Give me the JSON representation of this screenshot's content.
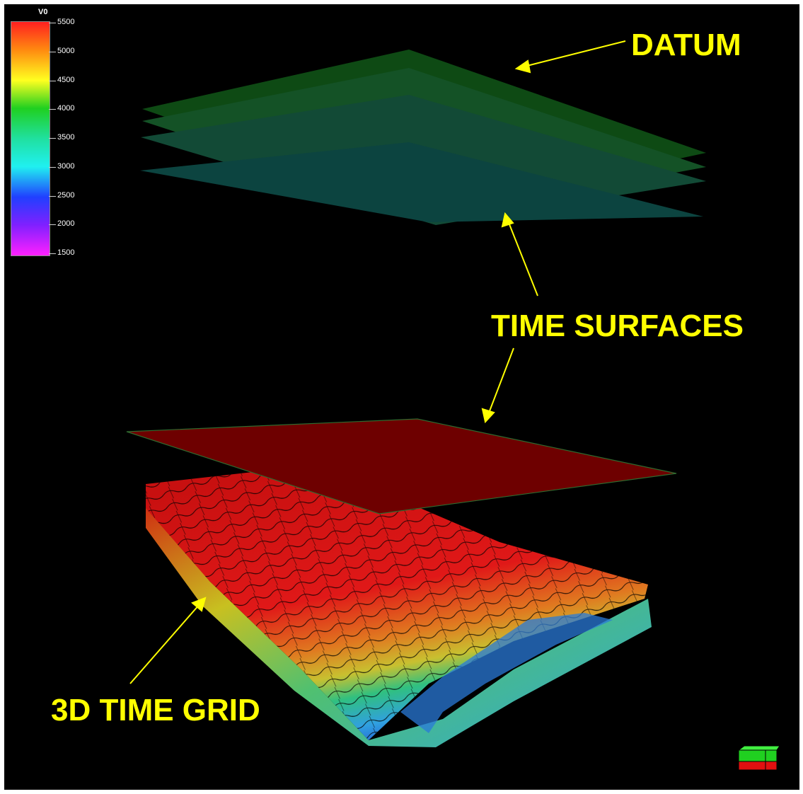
{
  "colorbar": {
    "title": "V0",
    "ticks": [
      "5500",
      "5000",
      "4500",
      "4000",
      "3500",
      "3000",
      "2500",
      "2000",
      "1500"
    ]
  },
  "labels": {
    "datum": "DATUM",
    "time_surfaces": "TIME SURFACES",
    "grid": "3D TIME GRID"
  },
  "colors": {
    "annotation": "#ffff00",
    "background": "#000000",
    "datum_surface": "#0e4a14",
    "time_surface_top": "#6e0000",
    "grid_high": "#e01010",
    "grid_mid": "#e0a020",
    "grid_low": "#20a0e0"
  },
  "icons": {
    "orientation": "orientation-cube-icon"
  }
}
